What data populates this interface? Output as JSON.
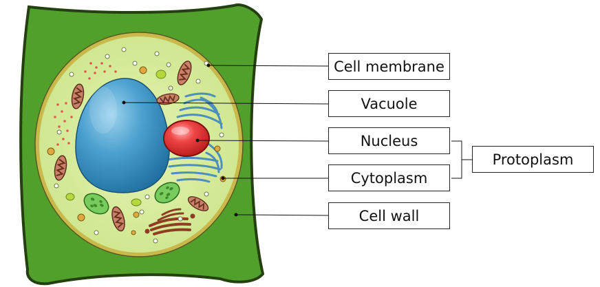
{
  "labels": {
    "cell_membrane": "Cell membrane",
    "vacuole": "Vacuole",
    "nucleus": "Nucleus",
    "cytoplasm": "Cytoplasm",
    "cell_wall": "Cell wall",
    "protoplasm": "Protoplasm"
  },
  "colors": {
    "cell_wall": "#4f9a2a",
    "cell_membrane": "#c8b84a",
    "cytoplasm": "#d6eb9c",
    "vacuole": "#3f93c4",
    "nucleus": "#e03a3a",
    "chloroplast": "#6fc25a",
    "mitochondria": "#a0553a",
    "golgi": "#a0462a",
    "er": "#5a9fc8"
  }
}
